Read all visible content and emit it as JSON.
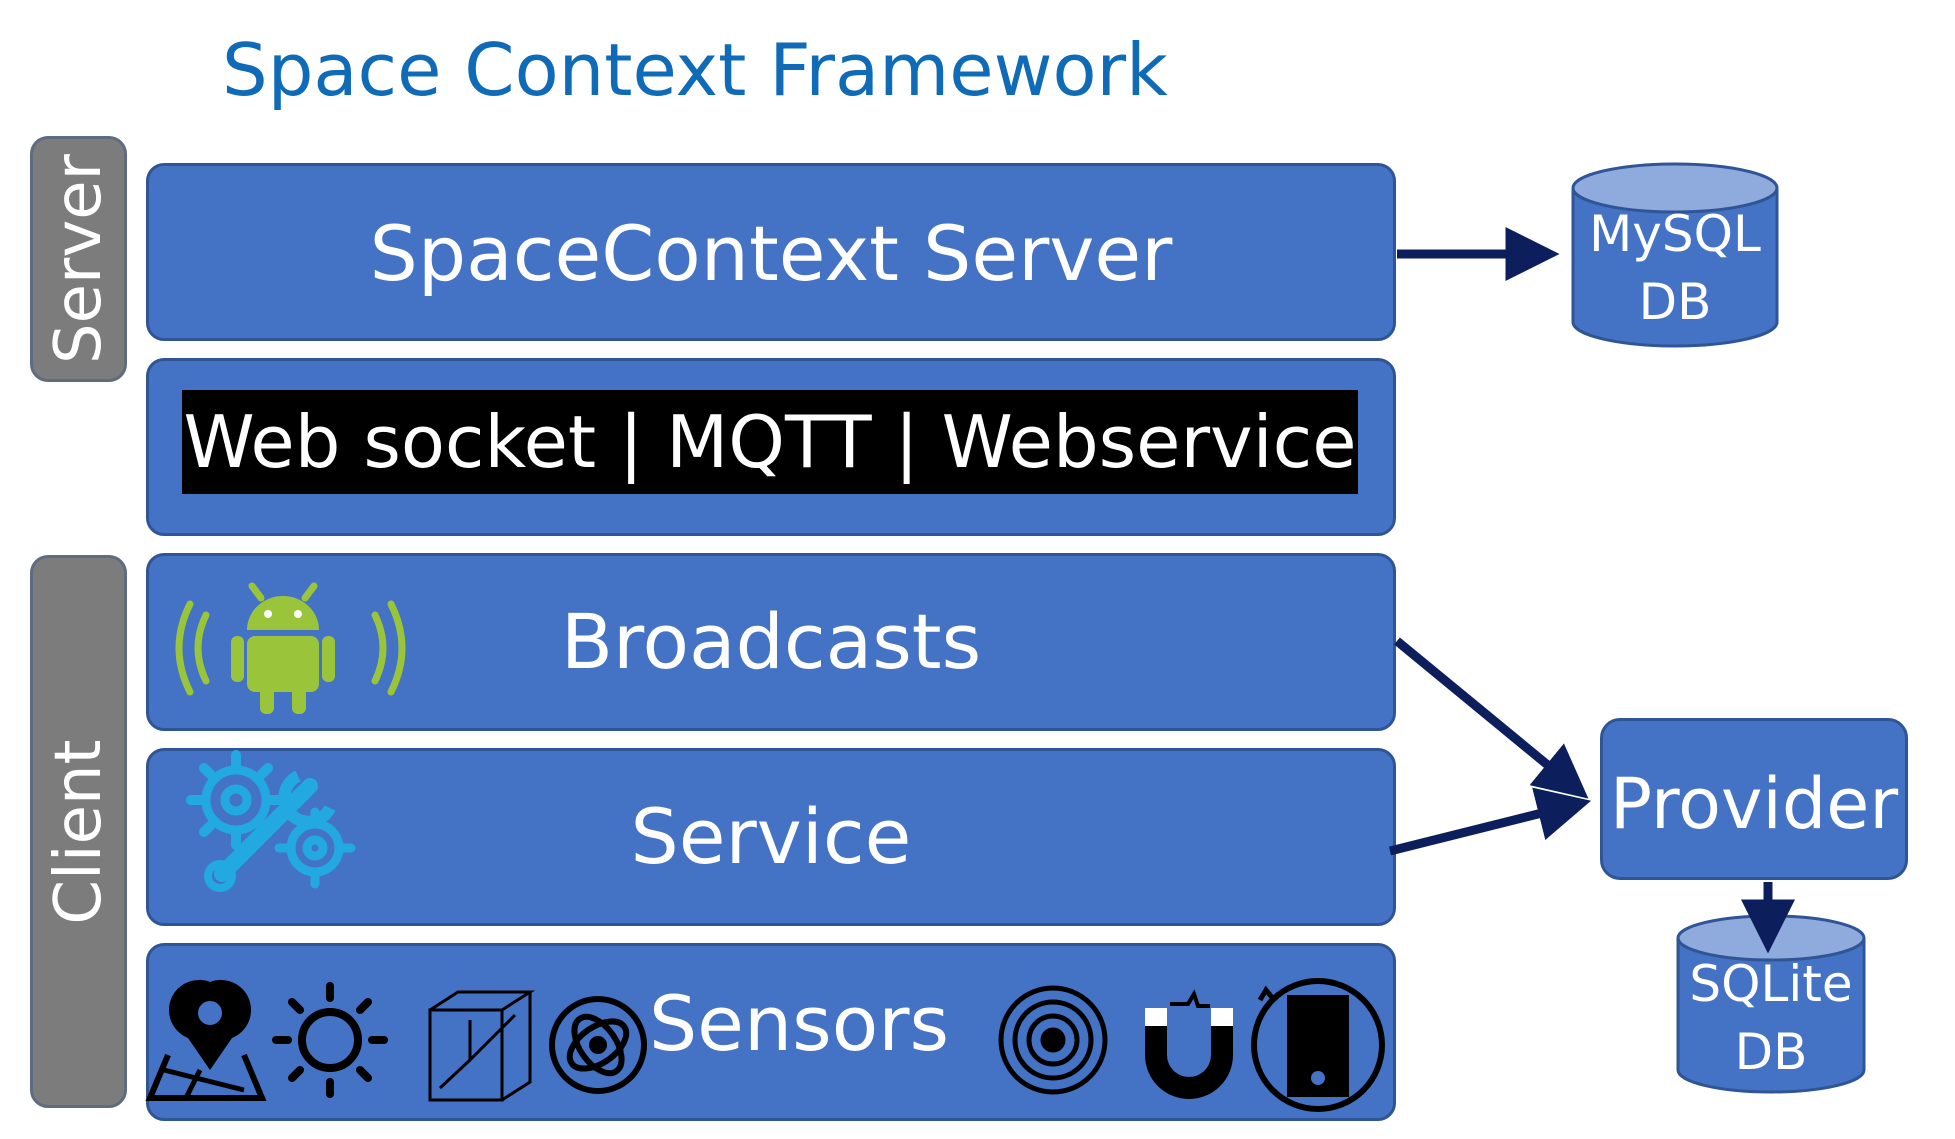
{
  "title": "Space Context Framework",
  "side_labels": {
    "server": "Server",
    "client": "Client"
  },
  "layers": {
    "server": "SpaceContext Server",
    "protocols": "Web socket | MQTT | Webservice",
    "broadcasts": "Broadcasts",
    "service": "Service",
    "sensors": "Sensors"
  },
  "provider": "Provider",
  "databases": {
    "mysql": "MySQL\nDB",
    "sqlite": "SQLite\nDB"
  },
  "colors": {
    "title": "#0f6ab7",
    "layer_fill": "#4472c4",
    "layer_border": "#2f5597",
    "side_label_fill": "#7c7c7c",
    "arrow": "#0c1f5c",
    "android": "#9ac53b",
    "service_icon": "#23a9e1"
  },
  "icons": {
    "android": "android-broadcast-icon",
    "service": "gear-wrench-icon",
    "sensors": [
      "map-pin-icon",
      "sun-icon",
      "cube-axes-icon",
      "gyroscope-icon",
      "orbit-icon",
      "magnet-icon",
      "phone-rotate-icon"
    ]
  }
}
